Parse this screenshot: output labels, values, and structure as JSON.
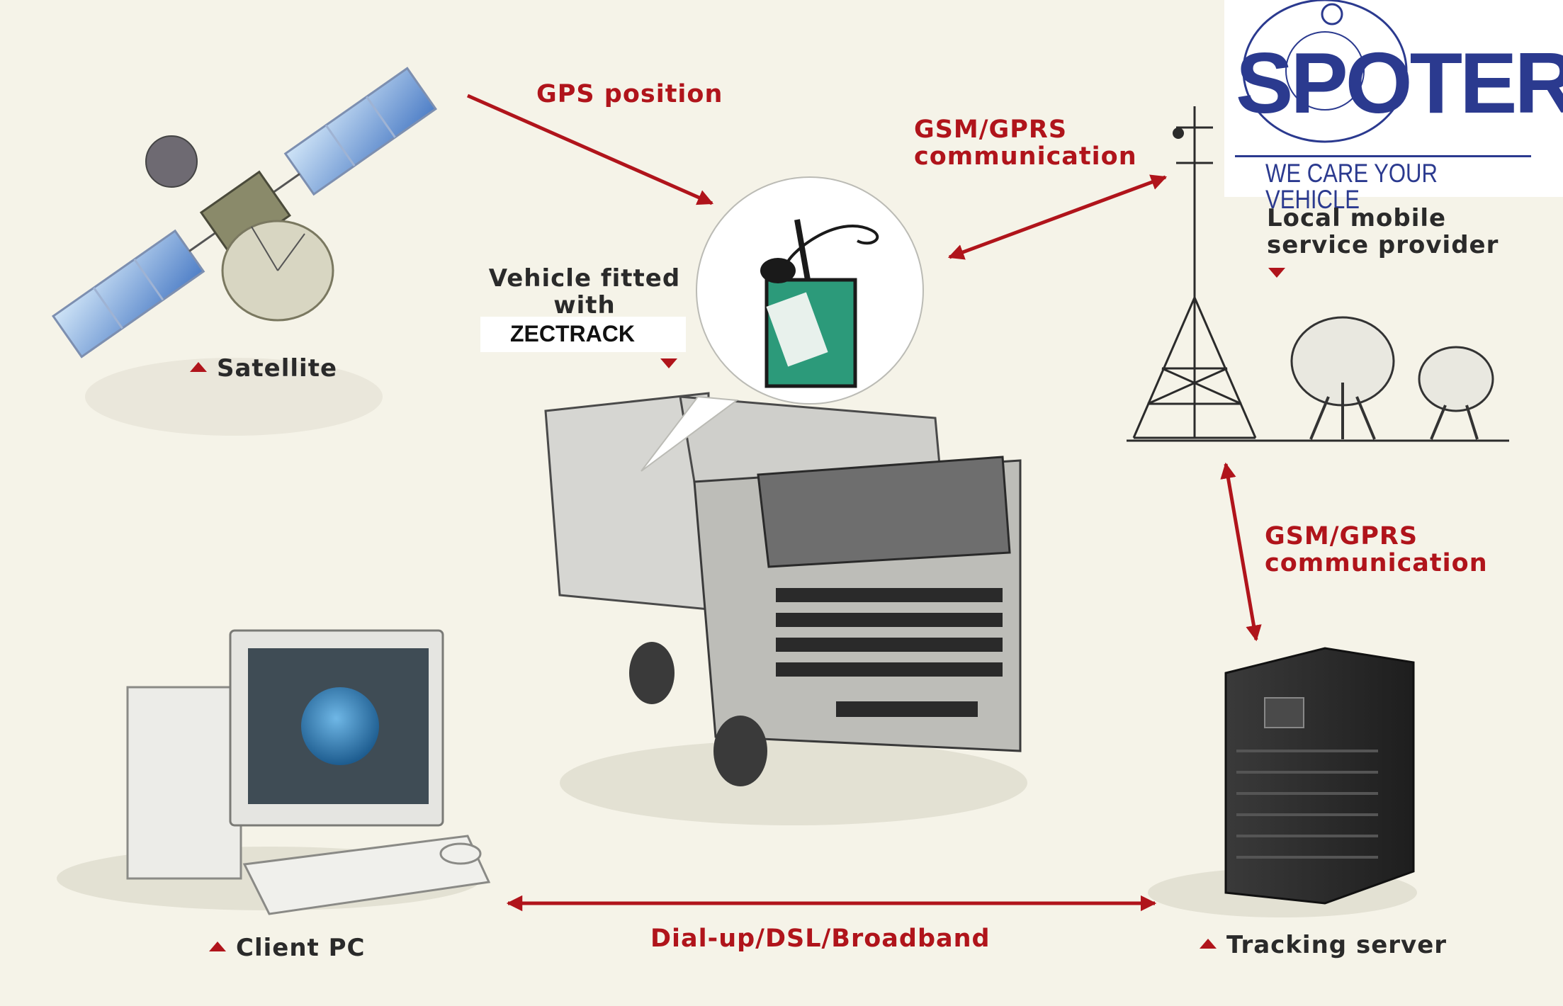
{
  "nodes": {
    "satellite": "Satellite",
    "vehicle_line1": "Vehicle fitted",
    "vehicle_line2": "with",
    "vehicle_device": "ZECTRACK",
    "provider_line1": "Local mobile",
    "provider_line2": "service provider",
    "client_pc": "Client PC",
    "tracking_server": "Tracking server"
  },
  "links": {
    "gps": "GPS position",
    "gsm_top_line1": "GSM/GPRS",
    "gsm_top_line2": "communication",
    "gsm_right_line1": "GSM/GPRS",
    "gsm_right_line2": "communication",
    "dial_up": "Dial-up/DSL/Broadband"
  },
  "logo": {
    "word": "SPOTER",
    "tagline": "WE CARE YOUR VEHICLE"
  },
  "colors": {
    "background": "#f5f3e8",
    "arrow_red": "#b0141b",
    "brand_blue": "#2b3a8f"
  }
}
